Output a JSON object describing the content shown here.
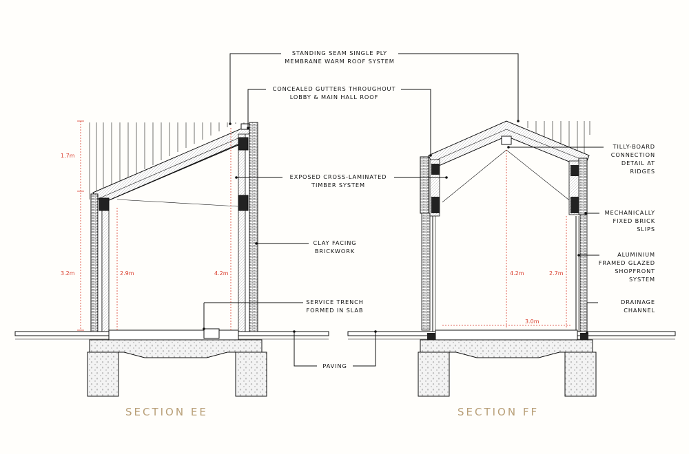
{
  "annotations": {
    "roof_line1": "STANDING SEAM SINGLE PLY",
    "roof_line2": "MEMBRANE WARM ROOF SYSTEM",
    "gutter_line1": "CONCEALED GUTTERS THROUGHOUT",
    "gutter_line2": "LOBBY & MAIN HALL ROOF",
    "clt_line1": "EXPOSED CROSS-LAMINATED",
    "clt_line2": "TIMBER SYSTEM",
    "brick_line1": "CLAY FACING",
    "brick_line2": "BRICKWORK",
    "trench_line1": "SERVICE TRENCH",
    "trench_line2": "FORMED IN SLAB",
    "paving": "PAVING",
    "tilly_line1": "TILLY-BOARD",
    "tilly_line2": "CONNECTION",
    "tilly_line3": "DETAIL AT",
    "tilly_line4": "RIDGES",
    "slips_line1": "MECHANICALLY",
    "slips_line2": "FIXED BRICK",
    "slips_line3": "SLIPS",
    "shop_line1": "ALUMINIUM",
    "shop_line2": "FRAMED GLAZED",
    "shop_line3": "SHOPFRONT",
    "shop_line4": "SYSTEM",
    "drain_line1": "DRAINAGE",
    "drain_line2": "CHANNEL"
  },
  "dimensions": {
    "ee_roof": "1.7m",
    "ee_wall": "3.2m",
    "ee_inner": "2.9m",
    "ee_height": "4.2m",
    "ff_height": "4.2m",
    "ff_inner": "2.7m",
    "ff_width": "3.0m"
  },
  "titles": {
    "section_ee": "SECTION EE",
    "section_ff": "SECTION FF"
  },
  "colors": {
    "line": "#111111",
    "dimension": "#d93b2a",
    "title": "#b89f77"
  }
}
